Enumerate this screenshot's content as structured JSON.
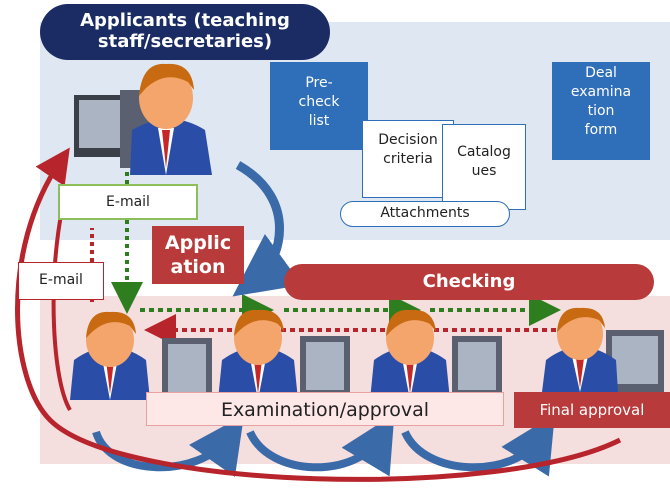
{
  "applicants_title_line1": "Applicants (teaching",
  "applicants_title_line2": "staff/secretaries)",
  "docs": {
    "precheck": [
      "Pre-",
      "check",
      "list"
    ],
    "decision": [
      "Decision",
      "criteria"
    ],
    "catalogues": [
      "Catalog",
      "ues"
    ],
    "deal": [
      "Deal",
      "examina",
      "tion",
      "form"
    ],
    "attachments": "Attachments"
  },
  "email_top": "E-mail",
  "email_left": "E-mail",
  "application": [
    "Applic",
    "ation"
  ],
  "checking": "Checking",
  "examination": "Examination/approval",
  "final_approval": "Final approval",
  "colors": {
    "navy": "#1a2c63",
    "blue": "#2f6eb8",
    "red": "#b83a3a",
    "green": "#2e7d1e",
    "top_panel": "#dfe7f2",
    "bottom_panel": "#f5dede"
  }
}
